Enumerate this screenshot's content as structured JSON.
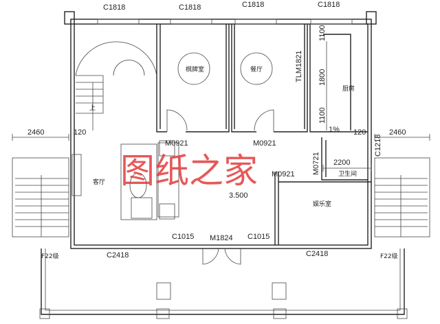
{
  "rooms": {
    "chess_room": "棋牌室",
    "dining": "餐厅",
    "kitchen": "厨房",
    "bathroom": "卫生间",
    "living": "客厅",
    "entertainment": "娱乐室"
  },
  "windows": {
    "top": [
      "C1818",
      "C1818",
      "C1818",
      "C1818"
    ],
    "bath": "C1218",
    "front_small": [
      "C1015",
      "C1015"
    ],
    "front_large": [
      "C2418",
      "C2418"
    ]
  },
  "doors": {
    "chess": "M0921",
    "dining": "M0921",
    "entertainment": "M0921",
    "bath": "M0721",
    "main": "M1824",
    "kitchen_sliding": "TLM1821"
  },
  "dimensions": {
    "left_stair": "2460",
    "right_stair": "2460",
    "wall_left": "120",
    "wall_right": "120",
    "bath_width": "2200",
    "kitchen": [
      "1100",
      "1800",
      "1100"
    ]
  },
  "annotations": {
    "slope": "1%",
    "level": "3.500",
    "stair_up": "上",
    "stairs_left": "F22级",
    "stairs_right": "F22级"
  },
  "watermark": "图纸之家"
}
